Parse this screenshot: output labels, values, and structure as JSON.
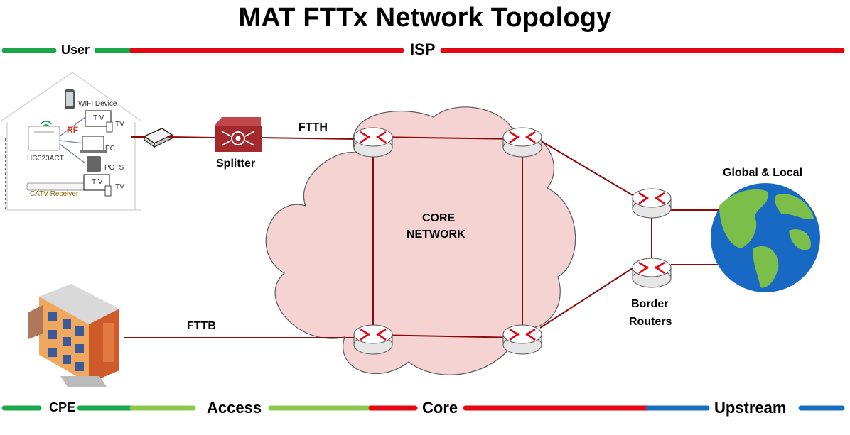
{
  "title": "MAT FTTx Network Topology",
  "top_band": {
    "user": "User",
    "isp": "ISP"
  },
  "bottom_band": {
    "cpe": "CPE",
    "access": "Access",
    "core": "Core",
    "upstream": "Upstream"
  },
  "nodes": {
    "splitter": "Splitter",
    "core_network_line1": "CORE",
    "core_network_line2": "NETWORK",
    "border_routers_line1": "Border",
    "border_routers_line2": "Routers",
    "global": "Global & Local"
  },
  "links": {
    "ftth": "FTTH",
    "fttb": "FTTB"
  },
  "house": {
    "wifi": "WIFI Device",
    "rf": "RF",
    "tv1": "TV",
    "pc": "PC",
    "pots": "POTS",
    "tv2": "TV",
    "router_model": "HG323ACT",
    "catv": "CATV Receiver",
    "tv_screen": "T V"
  },
  "colors": {
    "green": "#1aa64b",
    "light_green": "#8cc84b",
    "red": "#e30613",
    "blue": "#1670be",
    "link": "#8b0a0a",
    "cloud": "#f5d3d3",
    "splitter": "#a3292c",
    "earth_ocean": "#1769c3",
    "earth_land": "#7bbf4a"
  }
}
